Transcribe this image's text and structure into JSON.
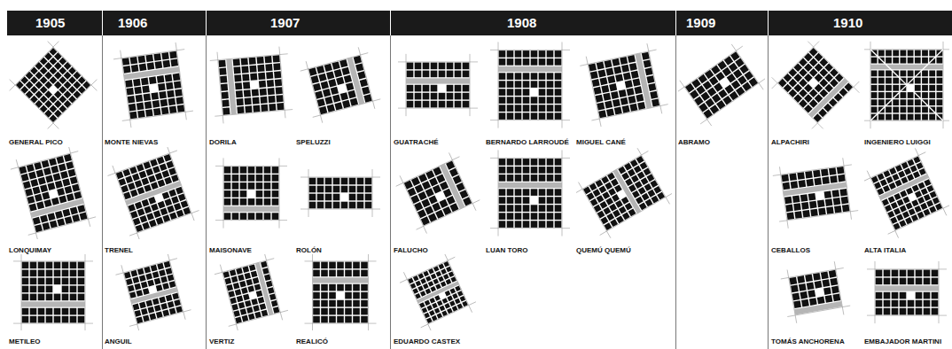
{
  "diagram": {
    "nodes": [
      {
        "text": [
          "1905"
        ]
      },
      {
        "text": [
          "GENERAL PICO"
        ],
        "in": 0
      },
      {
        "text": [
          "LONQUIMAY"
        ],
        "in": 0
      },
      {
        "text": [
          "METILEO"
        ],
        "in": 0
      },
      {
        "text": [
          "1906"
        ]
      },
      {
        "text": [
          "MONTE NIEVAS"
        ],
        "in": 4
      },
      {
        "text": [
          "TRENEL"
        ],
        "in": 4
      },
      {
        "text": [
          "ANGUIL"
        ],
        "in": 4
      },
      {
        "text": [
          "1907"
        ]
      },
      {
        "text": [
          "DORILA"
        ],
        "in": 8
      },
      {
        "text": [
          "SPELUZZI"
        ],
        "in": 8
      },
      {
        "text": [
          "MAISONAVE"
        ],
        "in": 8
      },
      {
        "text": [
          "ROLÓN"
        ],
        "in": 8
      },
      {
        "text": [
          "VERTIZ"
        ],
        "in": 8
      },
      {
        "text": [
          "REALICÓ"
        ],
        "in": 8
      },
      {
        "text": [
          "1908"
        ]
      },
      {
        "text": [
          "GUATRACHÉ"
        ],
        "in": 15
      },
      {
        "text": [
          "BERNARDO LARROUDÉ"
        ],
        "in": 15
      },
      {
        "text": [
          "MIGUEL CANÉ"
        ],
        "in": 15
      },
      {
        "text": [
          "FALUCHO"
        ],
        "in": 15
      },
      {
        "text": [
          "LUAN TORO"
        ],
        "in": 15
      },
      {
        "text": [
          "QUEMÚ QUEMÚ"
        ],
        "in": 15
      },
      {
        "text": [
          "EDUARDO CASTEX"
        ],
        "in": 15
      },
      {
        "text": [
          "1909"
        ]
      },
      {
        "text": [
          "ABRAMO"
        ],
        "in": 23
      },
      {
        "text": [
          "1910"
        ]
      },
      {
        "text": [
          "ALPACHIRI"
        ],
        "in": 25
      },
      {
        "text": [
          "INGENIERO LUIGGI"
        ],
        "in": 25
      },
      {
        "text": [
          "CEBALLOS"
        ],
        "in": 25
      },
      {
        "text": [
          "ALTA ITALIA"
        ],
        "in": 25
      },
      {
        "text": [
          "TOMÁS ANCHORENA"
        ],
        "in": 25
      },
      {
        "text": [
          "EMBAJADOR MARTINI"
        ],
        "in": 25
      }
    ]
  }
}
